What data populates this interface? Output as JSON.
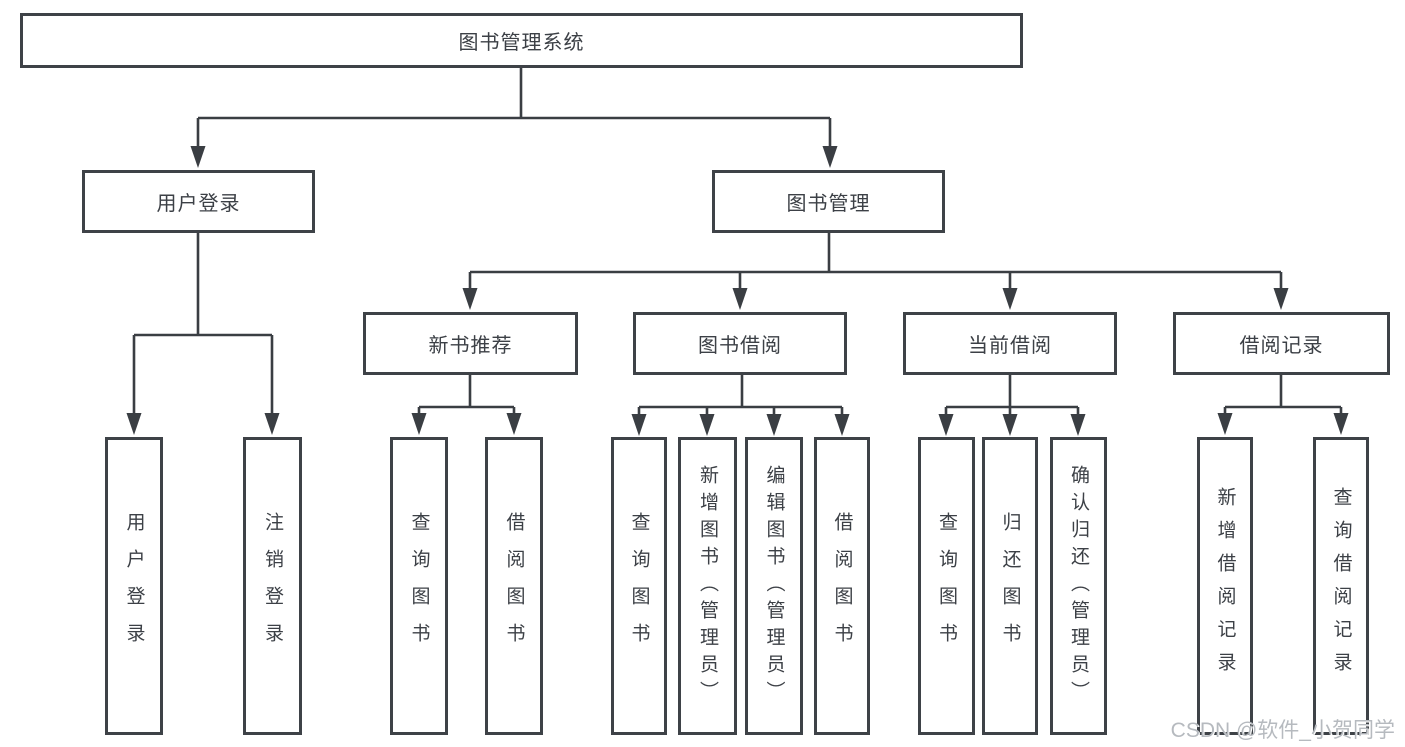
{
  "diagram": {
    "title": "图书管理系统",
    "watermark": "CSDN @软件_小贺同学",
    "colors": {
      "line": "#3a3e43",
      "box_border": "#3e4247",
      "text": "#3c4046",
      "watermark": "#b6babf",
      "background": "#ffffff"
    },
    "nodes": {
      "root": {
        "label": "图书管理系统"
      },
      "level2": {
        "user_login": {
          "label": "用户登录"
        },
        "book_mgmt": {
          "label": "图书管理"
        }
      },
      "level3": {
        "new_books": {
          "label": "新书推荐"
        },
        "book_borrow": {
          "label": "图书借阅"
        },
        "current_borrow": {
          "label": "当前借阅"
        },
        "borrow_records": {
          "label": "借阅记录"
        }
      },
      "level4": {
        "login_leaf": {
          "label": "用户登录"
        },
        "logout_leaf": {
          "label": "注销登录"
        },
        "nb_query": {
          "label": "查询图书"
        },
        "nb_borrow": {
          "label": "借阅图书"
        },
        "bw_query": {
          "label": "查询图书"
        },
        "bw_add": {
          "label": "新增图书（管理员）"
        },
        "bw_edit": {
          "label": "编辑图书（管理员）"
        },
        "bw_borrow": {
          "label": "借阅图书"
        },
        "cur_query": {
          "label": "查询图书"
        },
        "cur_return": {
          "label": "归还图书"
        },
        "cur_confirm": {
          "label": "确认归还（管理员）"
        },
        "rec_add": {
          "label": "新增借阅记录"
        },
        "rec_query": {
          "label": "查询借阅记录"
        }
      },
      "hierarchy": {
        "图书管理系统": {
          "用户登录": [
            "用户登录",
            "注销登录"
          ],
          "图书管理": {
            "新书推荐": [
              "查询图书",
              "借阅图书"
            ],
            "图书借阅": [
              "查询图书",
              "新增图书（管理员）",
              "编辑图书（管理员）",
              "借阅图书"
            ],
            "当前借阅": [
              "查询图书",
              "归还图书",
              "确认归还（管理员）"
            ],
            "借阅记录": [
              "新增借阅记录",
              "查询借阅记录"
            ]
          }
        }
      }
    }
  }
}
